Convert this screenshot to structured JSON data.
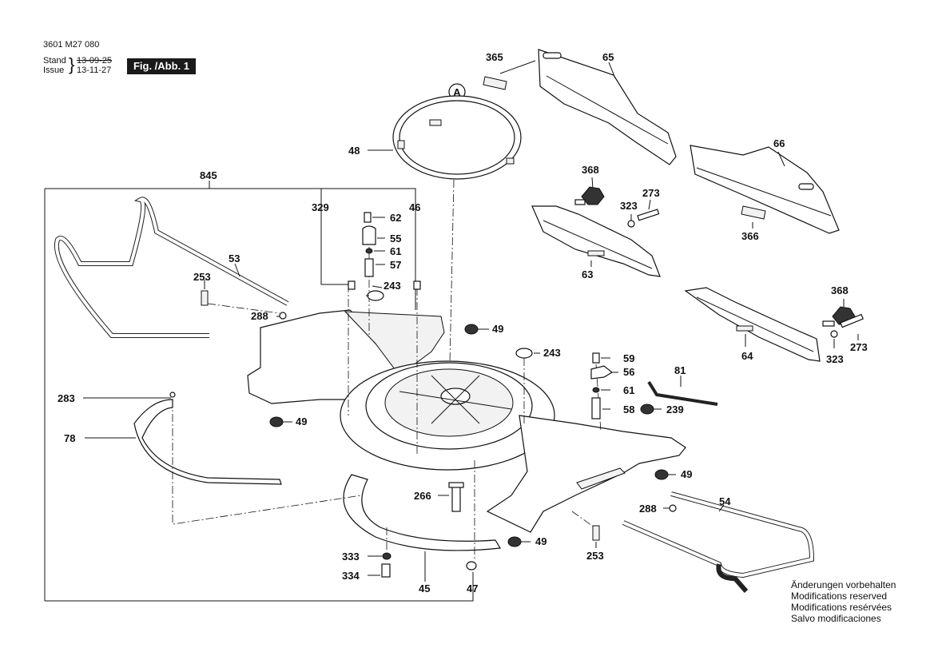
{
  "header": {
    "doc_number": "3601 M27 080",
    "stand_label": "Stand",
    "issue_label": "Issue",
    "stand_date_old": "13-09-25",
    "issue_date": "13-11-27",
    "figure_badge": "Fig. /Abb. 1"
  },
  "notes": [
    "Änderungen vorbehalten",
    "Modifications reserved",
    "Modifications resérvées",
    "Salvo modificaciones"
  ],
  "detail_marker": "A",
  "labels": {
    "p365": "365",
    "p65": "65",
    "p66": "66",
    "p48": "48",
    "p845": "845",
    "p368a": "368",
    "p273a": "273",
    "p323a": "323",
    "p366": "366",
    "p63": "63",
    "p329": "329",
    "p46": "46",
    "p62": "62",
    "p55": "55",
    "p61a": "61",
    "p57": "57",
    "p53": "53",
    "p253a": "253",
    "p243a": "243",
    "p288a": "288",
    "p49a": "49",
    "p368b": "368",
    "p323b": "323",
    "p273b": "273",
    "p64": "64",
    "p243b": "243",
    "p59": "59",
    "p56": "56",
    "p81": "81",
    "p61b": "61",
    "p58": "58",
    "p239": "239",
    "p283": "283",
    "p49b": "49",
    "p78": "78",
    "p49c": "49",
    "p266": "266",
    "p54": "54",
    "p288b": "288",
    "p49d": "49",
    "p253b": "253",
    "p333": "333",
    "p334": "334",
    "p45": "45",
    "p47": "47"
  }
}
